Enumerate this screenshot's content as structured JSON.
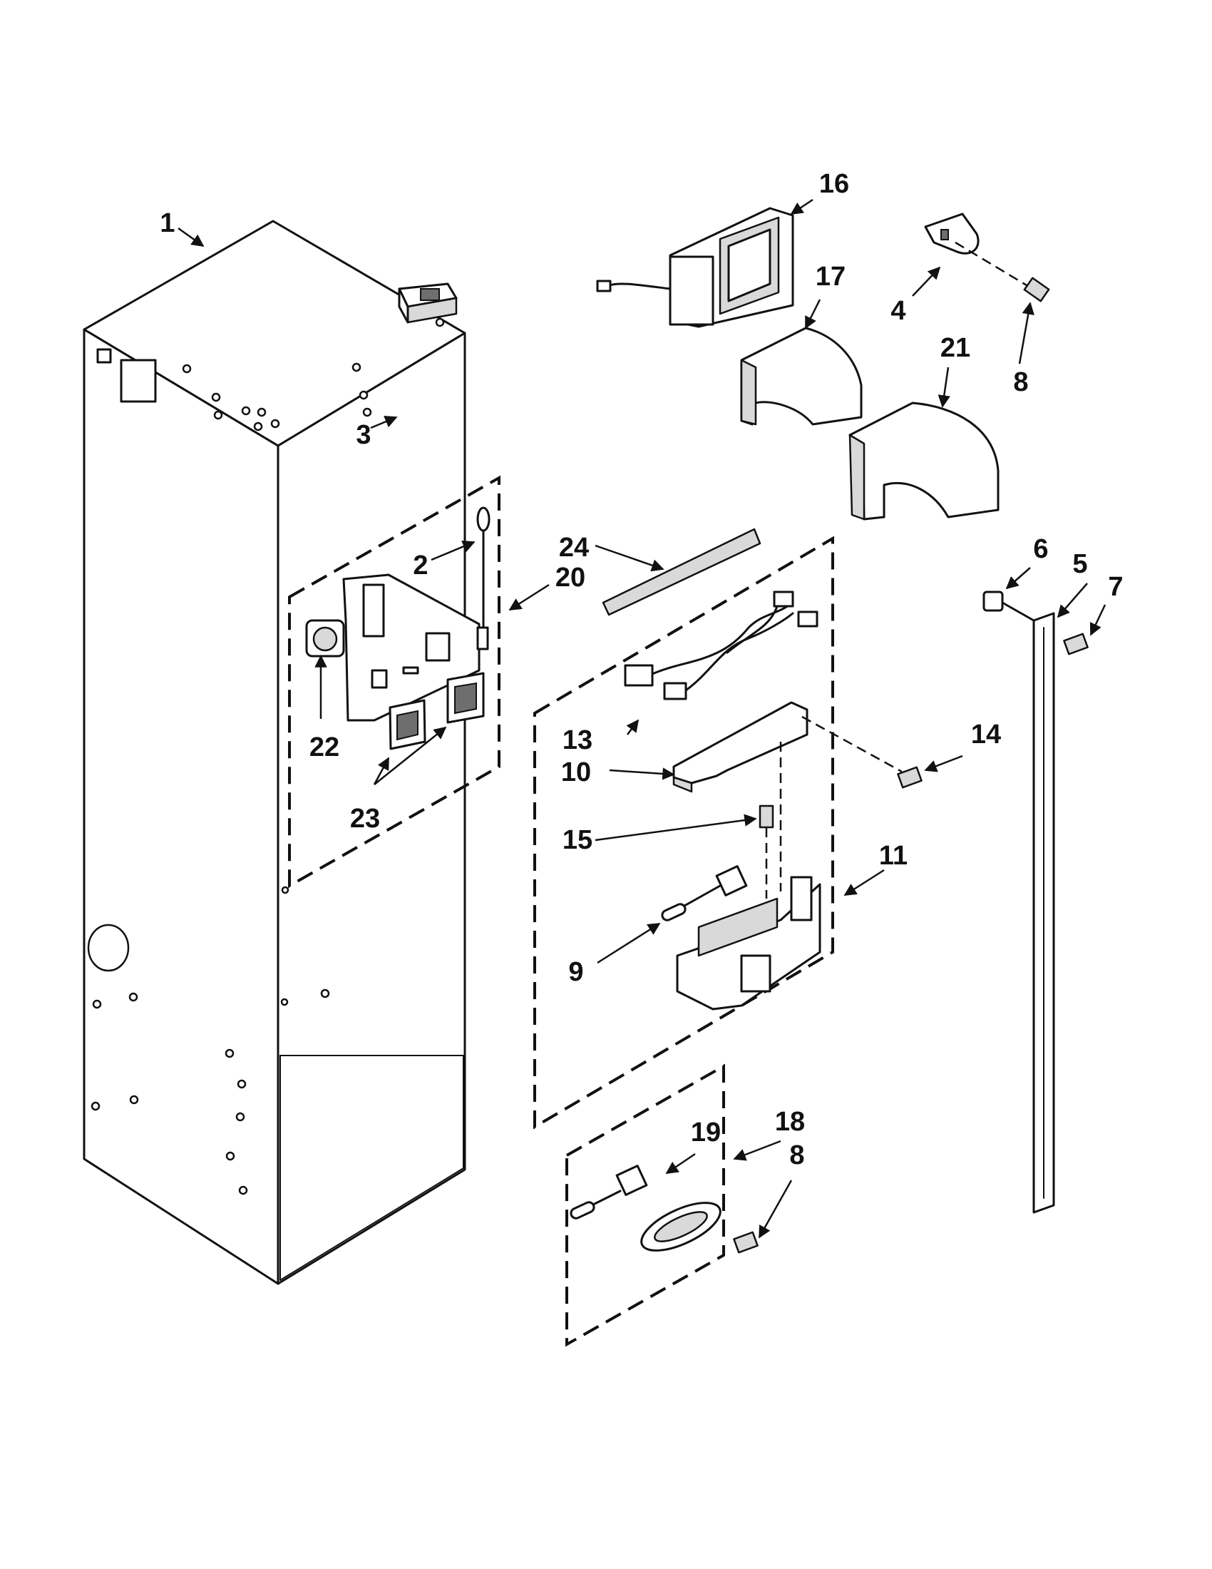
{
  "diagram": {
    "callouts": [
      "1",
      "2",
      "3",
      "4",
      "5",
      "6",
      "7",
      "8",
      "9",
      "10",
      "11",
      "13",
      "14",
      "15",
      "16",
      "17",
      "18",
      "19",
      "20",
      "21",
      "22",
      "23",
      "24",
      "8"
    ]
  }
}
